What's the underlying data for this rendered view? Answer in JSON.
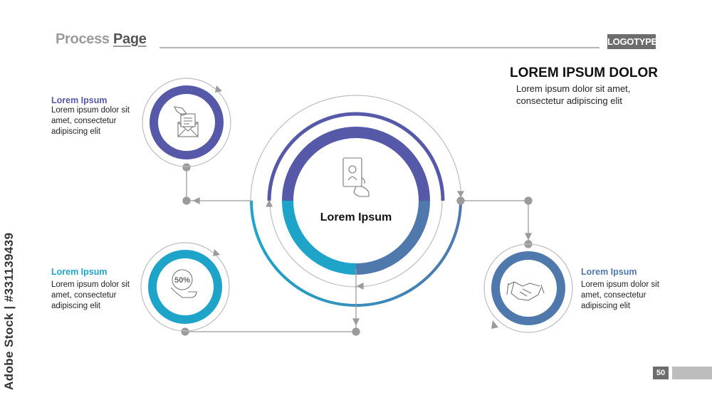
{
  "header": {
    "title_light": "Process ",
    "title_bold": "Page",
    "logo": "LOGOTYPE"
  },
  "headline": {
    "title": "LOREM IPSUM DOLOR",
    "text": "Lorem ipsum dolor sit amet, consectetur adipiscing elit"
  },
  "center": {
    "label": "Lorem Ipsum",
    "icon": "hand-holding-tablet-icon"
  },
  "steps": [
    {
      "title": "Lorem Ipsum",
      "text": "Lorem ipsum dolor sit amet, consectetur adipiscing elit",
      "icon": "envelope-letter-icon",
      "color": "#5559a8"
    },
    {
      "title": "Lorem Ipsum",
      "text": "Lorem ipsum dolor sit amet, consectetur adipiscing elit",
      "icon": "percent-badge-hand-icon",
      "icon_text": "50%",
      "color": "#1fa4c9"
    },
    {
      "title": "Lorem Ipsum",
      "text": "Lorem ipsum dolor sit amet, consectetur adipiscing elit",
      "icon": "handshake-icon",
      "color": "#4f78ad"
    }
  ],
  "colors": {
    "purple": "#5559a8",
    "cyan": "#1fa4c9",
    "steel_blue": "#4f78ad",
    "connector_gray": "#9b9b9b"
  },
  "footer": {
    "page_number": "50"
  },
  "watermark_side": "Adobe Stock | #331139439"
}
